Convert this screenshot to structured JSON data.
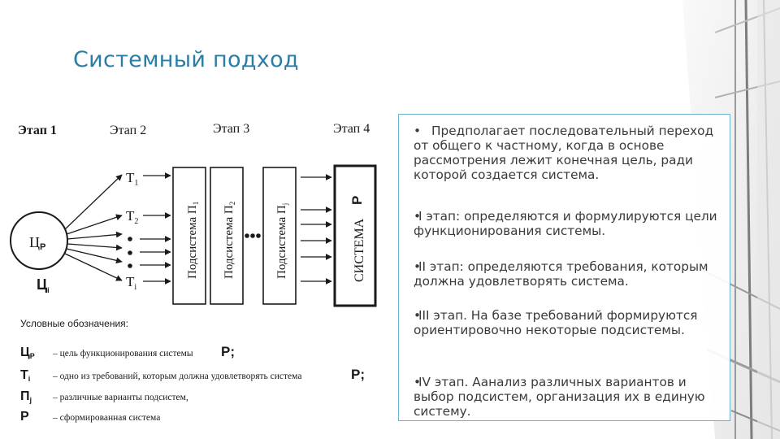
{
  "title": "Системный подход",
  "diagram": {
    "stages": [
      "Этап 1",
      "Этап 2",
      "Этап 3",
      "Этап 4"
    ],
    "goal": {
      "label_main": "Ц",
      "label_sub": "P",
      "below_main": "Ц",
      "below_sub": "i"
    },
    "requirements": [
      {
        "main": "T",
        "sub": "1"
      },
      {
        "main": "T",
        "sub": "2"
      },
      {
        "main": "T",
        "sub": "i"
      }
    ],
    "subsystems": [
      {
        "label": "Подсистема П",
        "sub": "1"
      },
      {
        "label": "Подсистема П",
        "sub": "2"
      },
      {
        "label": "Подсистема П",
        "sub": "j"
      }
    ],
    "system": {
      "label": "СИСТЕМА",
      "letter": "P"
    },
    "legend": {
      "heading": "Условные обозначения:",
      "items": [
        {
          "symbol": "Ц",
          "symbol_sub": "P",
          "text": "– цель функционирования системы",
          "tail": "P;"
        },
        {
          "symbol": "Т",
          "symbol_sub": "i",
          "text": "– одно из требований, которым должна удовлетворять система",
          "tail": "P;"
        },
        {
          "symbol": "П",
          "symbol_sub": "j",
          "text": "– различные варианты подсистем,",
          "tail": ""
        },
        {
          "symbol": "Р",
          "symbol_sub": "",
          "text": "– сформированная система",
          "tail": ""
        }
      ]
    }
  },
  "bullets": [
    {
      "mark": "•",
      "text": "Предполагает последовательный переход от общего к частному, когда в основе рассмотрения лежит конечная цель, ради которой создается система."
    },
    {
      "mark": "•",
      "text": "I этап: определяются и формулируются цели функционирования системы."
    },
    {
      "mark": "•",
      "text": "II этап: определяются требования, которым должна удовлетворять система."
    },
    {
      "mark": "•",
      "text": "III этап. На базе требований формируются ориентировочно некоторые подсистемы."
    },
    {
      "mark": "•",
      "text": "IV этап. Аанализ различных вариантов и выбор подсистем, организация их в единую систему."
    }
  ]
}
